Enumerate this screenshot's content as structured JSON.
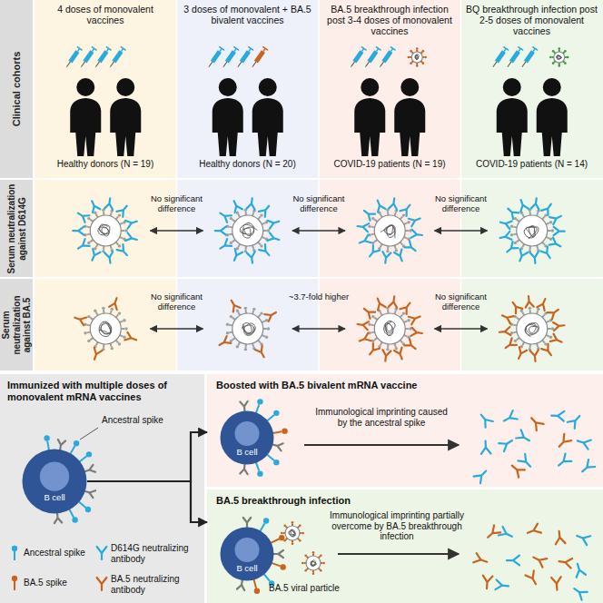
{
  "diagram": {
    "nodes": [
      {
        "text": [
          "Clinical cohorts"
        ]
      },
      {
        "text": [
          "4 doses of monovalent vaccines",
          "Healthy donors (N = 19)"
        ]
      },
      {
        "text": [
          "3 doses of monovalent + BA.5 bivalent vaccines",
          "Healthy donors (N = 20)"
        ]
      },
      {
        "text": [
          "BA.5 breakthrough infection post 3-4 doses of monovalent vaccines",
          "COVID-19 patients (N = 19)"
        ]
      },
      {
        "text": [
          "BQ breakthrough infection post 2-5 doses of monovalent vaccines",
          "COVID-19 patients (N = 14)"
        ]
      },
      {
        "text": [
          "Serum neutralization against D614G"
        ]
      },
      {
        "text": [
          "Serum neutralization against BA.5"
        ]
      },
      {
        "text": [
          "Immunized with multiple doses of monovalent mRNA vaccines"
        ]
      },
      {
        "text": [
          "B cell"
        ],
        "in": 7
      },
      {
        "text": [
          "Boosted with BA.5 bivalent mRNA vaccine"
        ]
      },
      {
        "text": [
          "B cell"
        ],
        "in": 9
      },
      {
        "text": [
          "BA.5 breakthrough infection"
        ]
      },
      {
        "text": [
          "B cell"
        ],
        "in": 11
      }
    ],
    "edges": [
      {
        "from": 8,
        "to": 9,
        "arrow": "to"
      },
      {
        "from": 8,
        "to": 11,
        "arrow": "to"
      }
    ],
    "labels": [
      "No significant difference",
      "No significant difference",
      "No significant difference",
      "No significant difference",
      "~3.7-fold higher",
      "No significant difference",
      "Ancestral spike",
      "Immunological imprinting caused by the ancestral spike",
      "BA.5 viral particle",
      "Immunological imprinting partially overcome by BA.5 breakthrough infection"
    ],
    "legend": [
      {
        "text": "Ancestral spike"
      },
      {
        "text": "D614G neutralizing antibody"
      },
      {
        "text": "BA.5 spike"
      },
      {
        "text": "BA.5 neutralizing antibody"
      }
    ]
  }
}
